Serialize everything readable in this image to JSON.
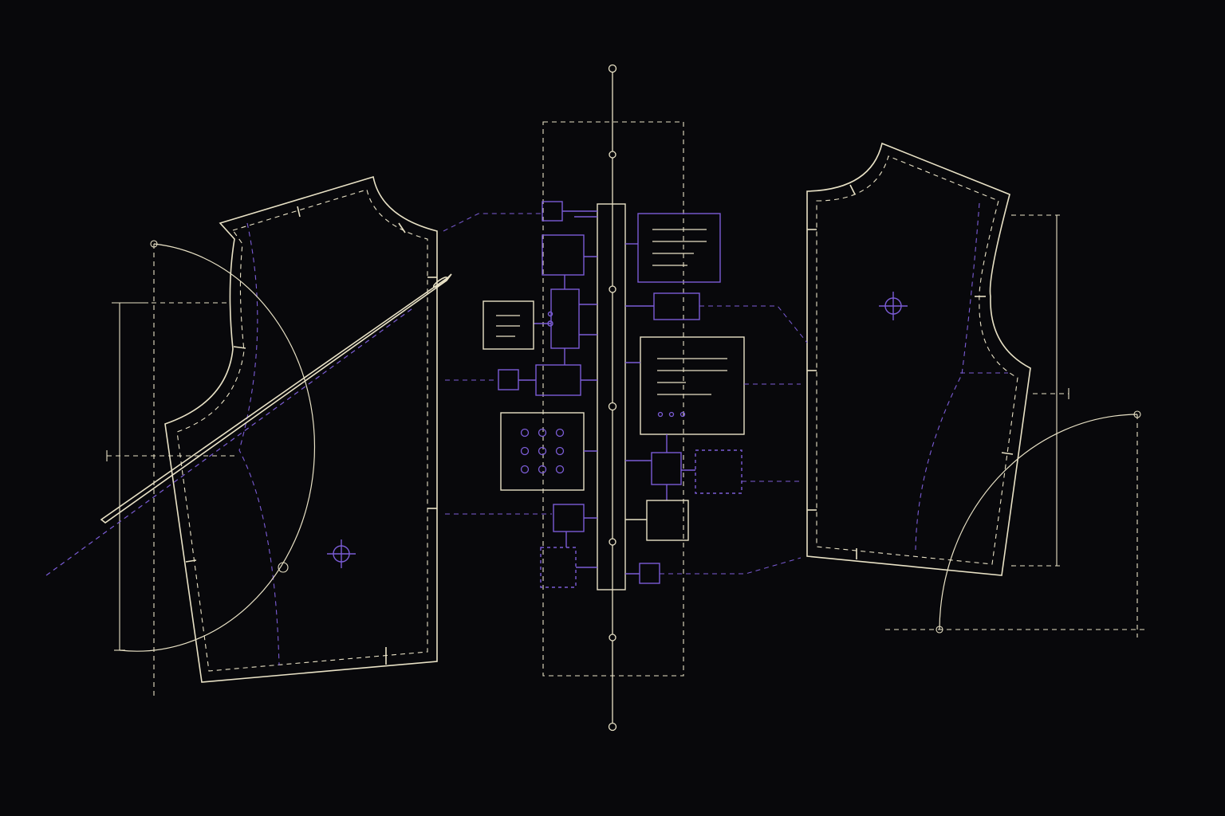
{
  "colors": {
    "background": "#08080b",
    "line": "#e9e2c6",
    "accent": "#7b5cd6"
  },
  "diagram": {
    "left_piece": "front-bodice-pattern-piece",
    "right_piece": "back-bodice-pattern-piece",
    "center": "interface-component-wireframe",
    "tool": "sewing-needle"
  }
}
